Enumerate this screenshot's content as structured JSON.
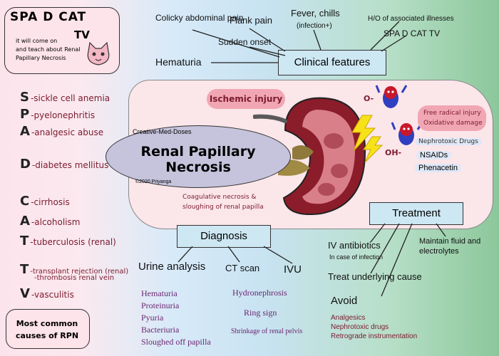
{
  "title": {
    "main": "SPA D CAT",
    "tv": "TV",
    "subtitle_lines": [
      "it will come on",
      "and teach about Renal",
      "Papillary Necrosis"
    ]
  },
  "acronym": [
    {
      "letter": "S",
      "text": "-sickle cell anemia"
    },
    {
      "letter": "P",
      "text": "-pyelonephritis"
    },
    {
      "letter": "A",
      "text": "-analgesic abuse"
    },
    {
      "letter": "D",
      "text": "-diabetes mellitus"
    },
    {
      "letter": "C",
      "text": "-cirrhosis"
    },
    {
      "letter": "A",
      "text": "-alcoholism"
    },
    {
      "letter": "T",
      "text": "-tuberculosis (renal)"
    },
    {
      "letter": "T",
      "text": "-transplant rejection (renal)"
    },
    {
      "letter": "",
      "text": "-thrombosis renal vein"
    },
    {
      "letter": "V",
      "text": "-vasculitis"
    }
  ],
  "causes_card": "Most common causes of RPN",
  "center": {
    "title": "Renal Papillary Necrosis",
    "ischemic": "Ischemic injury",
    "credit": "Creative-Med-Doses",
    "copyright": "©2020 Priyanga",
    "coagulative": "Coagulative necrosis & sloughing of renal papilla",
    "free_radical": "Free radical injury",
    "oxidative": "Oxidative damage",
    "radicals": [
      "O-",
      "OH-"
    ],
    "nephrotoxic": "Nephrotoxic Drugs",
    "nsaids": "NSAIDs",
    "phenacetin": "Phenacetin"
  },
  "clinical": {
    "box": "Clinical features",
    "items": [
      "Colicky abdominal pain",
      "Flank pain",
      "Sudden onset",
      "Fever, chills",
      "(infection+)",
      "H/O of associated illnesses",
      "SPA D CAT TV",
      "Hematuria"
    ]
  },
  "diagnosis": {
    "box": "Diagnosis",
    "methods": [
      "Urine analysis",
      "CT scan",
      "IVU"
    ],
    "urine_findings": [
      "Hematuria",
      "Proteinuria",
      "Pyuria",
      "Bacteriuria",
      "Sloughed off papilla"
    ],
    "ct_findings": [
      "Hydronephrosis",
      "Ring sign",
      "Shrinkage of renal pelvis"
    ]
  },
  "treatment": {
    "box": "Treatment",
    "iv": "IV antibiotics",
    "iv_note": "In case of infection",
    "fluid": "Maintain fluid and electrolytes",
    "underlying": "Treat underlying cause",
    "avoid": "Avoid",
    "avoid_items": [
      "Analgesics",
      "Nephrotoxic drugs",
      "Retrograde instrumentation"
    ]
  },
  "colors": {
    "maroon": "#7b1a2e",
    "box_blue": "#cde7f3",
    "pink_card": "#fde3ea",
    "lilac": "#c6c3dc"
  }
}
